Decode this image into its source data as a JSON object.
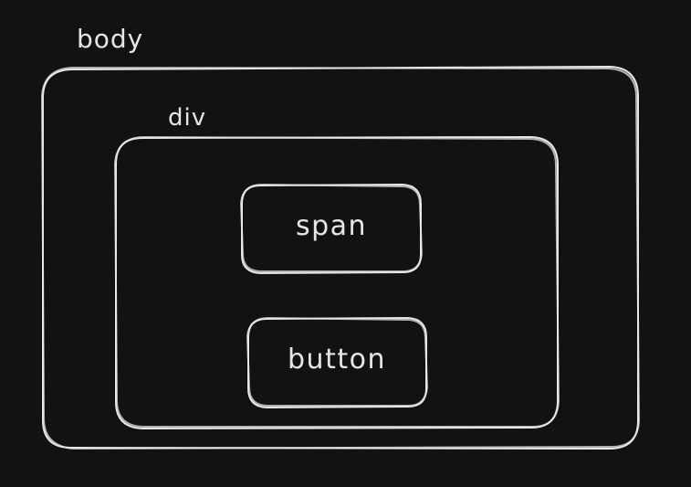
{
  "diagram": {
    "labels": {
      "body": "body",
      "div": "div",
      "span": "span",
      "button": "button"
    },
    "colors": {
      "background": "#121212",
      "stroke": "#e6e6e6"
    }
  }
}
